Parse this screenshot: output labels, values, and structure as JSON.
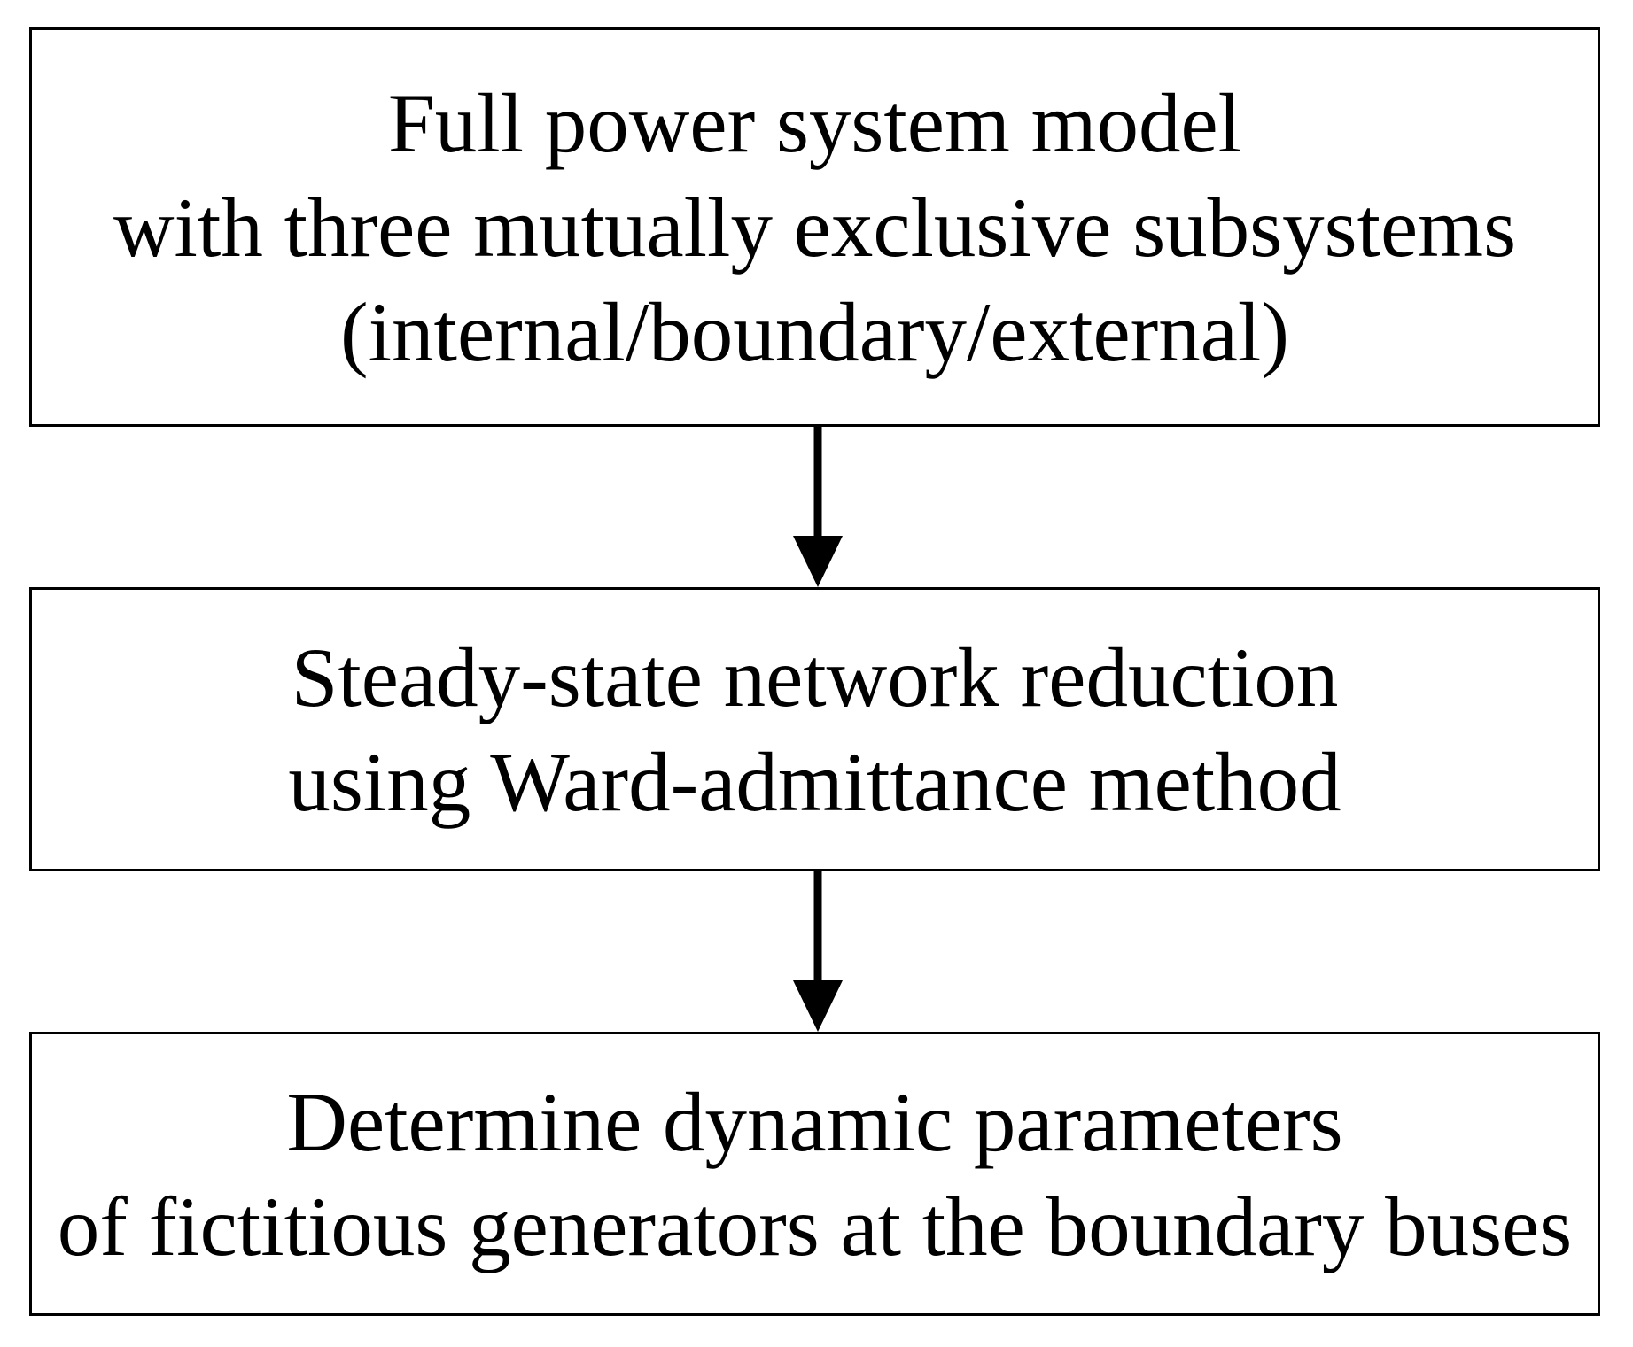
{
  "flowchart": {
    "boxes": [
      {
        "name": "full-power-system-model",
        "lines": [
          "Full power system model",
          "with three mutually exclusive subsystems",
          "(internal/boundary/external)"
        ]
      },
      {
        "name": "steady-state-network-reduction",
        "lines": [
          "Steady-state network reduction",
          "using Ward-admittance method"
        ]
      },
      {
        "name": "determine-dynamic-parameters",
        "lines": [
          "Determine dynamic parameters",
          "of fictitious generators at the boundary buses"
        ]
      }
    ],
    "colors": {
      "background": "#ffffff",
      "border": "#000000",
      "text": "#000000",
      "arrow": "#000000"
    }
  }
}
